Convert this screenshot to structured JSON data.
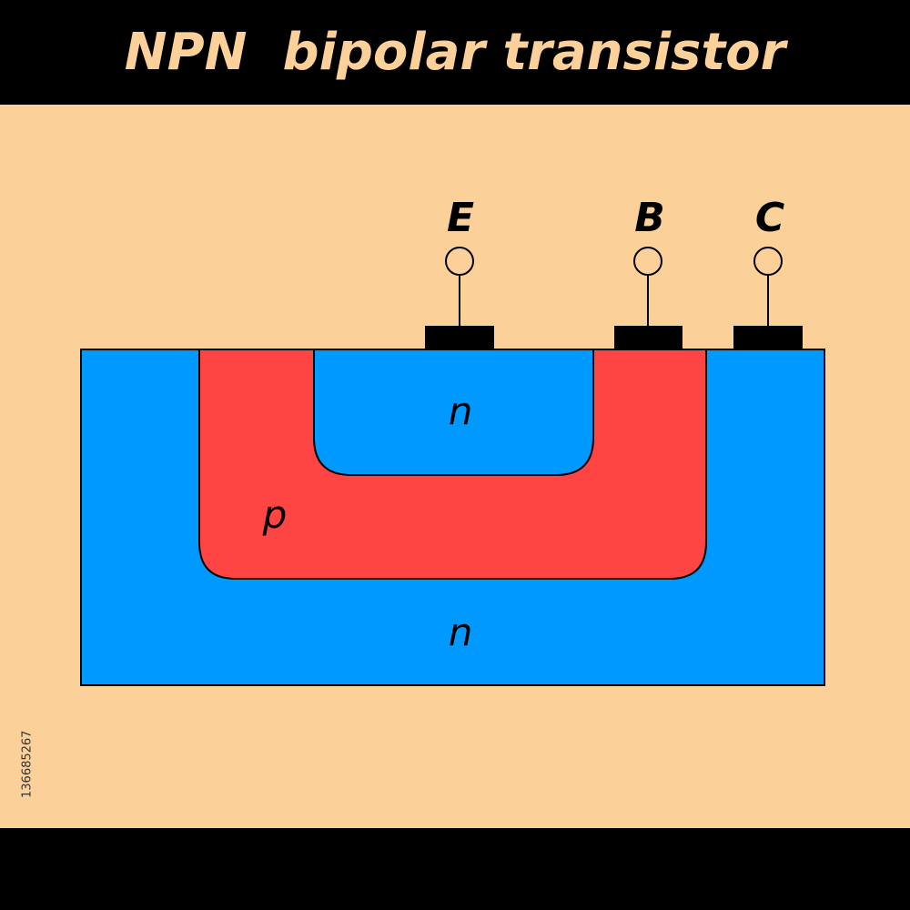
{
  "title": "NPN  bipolar transistor",
  "side_id": "136685267",
  "colors": {
    "background": "#FBD199",
    "bars": "#000000",
    "n_region": "#0099FF",
    "p_region": "#FF4444",
    "title_text": "#FBD199",
    "outline": "#000000"
  },
  "terminals": [
    {
      "label": "E"
    },
    {
      "label": "B"
    },
    {
      "label": "C"
    }
  ],
  "regions": {
    "emitter_n": "n",
    "base_p": "p",
    "collector_n": "n"
  }
}
